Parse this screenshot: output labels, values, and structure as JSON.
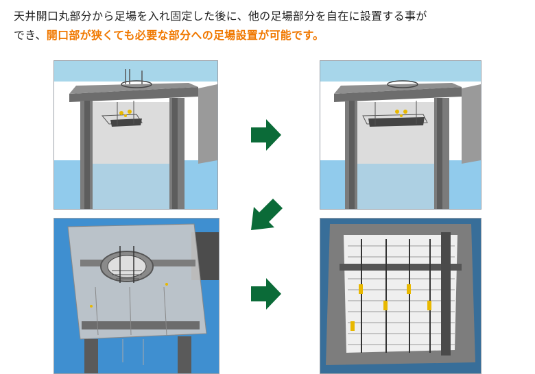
{
  "caption": {
    "line1": "天井開口丸部分から足場を入れ固定した後に、他の足場部分を自在に設置する事が",
    "line2_prefix": "でき、",
    "line2_highlight": "開口部が狭くても必要な部分への足場設置が可能です。"
  },
  "colors": {
    "highlight": "#f07800",
    "arrow": "#0b6b38",
    "sky": "#9fd0e6",
    "concrete": "#8c8c8c",
    "water": "#64b4e4"
  },
  "figure": {
    "panels": [
      {
        "id": "step-1",
        "view": "side",
        "icon": "scaffold-lowered-through-opening"
      },
      {
        "id": "step-2",
        "view": "side",
        "icon": "scaffold-fixed-below-opening"
      },
      {
        "id": "step-3",
        "view": "top",
        "icon": "ceiling-with-round-opening"
      },
      {
        "id": "step-4",
        "view": "top",
        "icon": "scaffold-installed-full-span"
      }
    ],
    "arrows": [
      {
        "id": "arrow-right-top",
        "direction": "right"
      },
      {
        "id": "arrow-down-left",
        "direction": "down-left"
      },
      {
        "id": "arrow-right-bottom",
        "direction": "right"
      }
    ]
  }
}
